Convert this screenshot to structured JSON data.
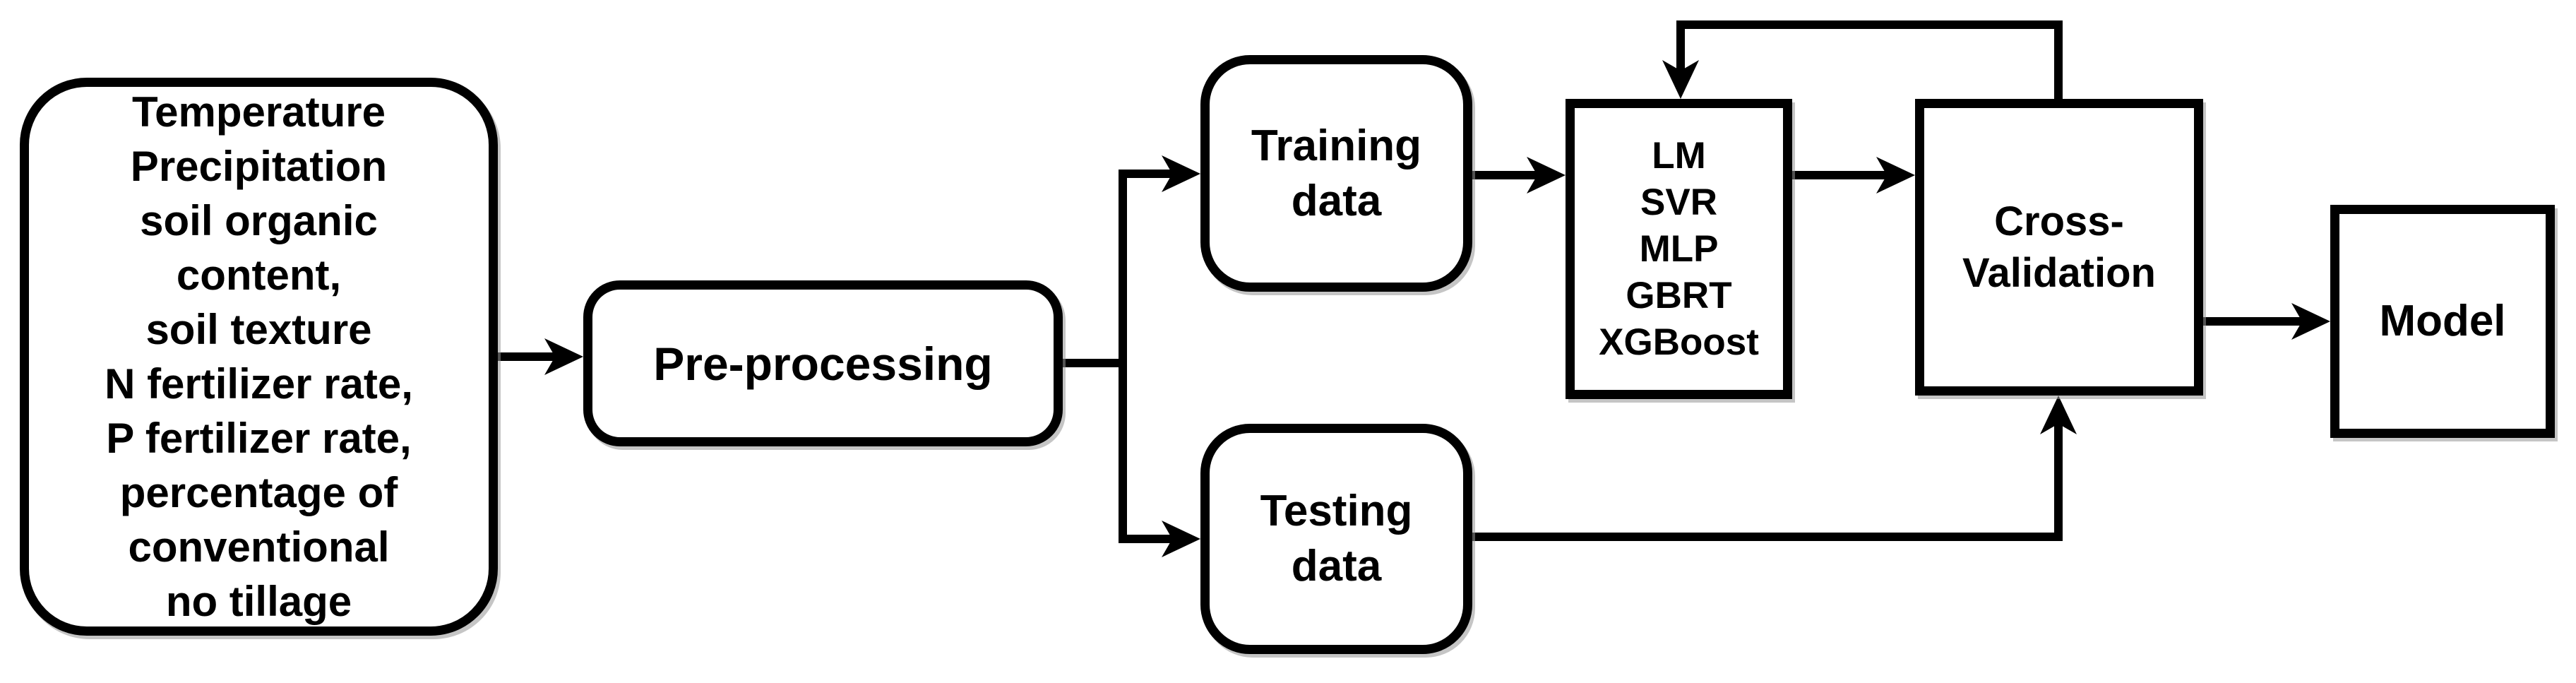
{
  "diagram": {
    "type": "flowchart",
    "colors": {
      "stroke": "#000000",
      "background": "#ffffff",
      "text": "#000000",
      "shadow": "#969696"
    },
    "nodes": {
      "input": {
        "lines": [
          "Temperature",
          "Precipitation",
          "soil organic",
          "content,",
          "soil texture",
          "N fertilizer rate,",
          "P fertilizer rate,",
          "percentage of",
          "conventional",
          "no tillage"
        ]
      },
      "preprocessing": {
        "label": "Pre-processing"
      },
      "training": {
        "lines": [
          "Training",
          "data"
        ]
      },
      "testing": {
        "lines": [
          "Testing",
          "data"
        ]
      },
      "models": {
        "lines": [
          "LM",
          "SVR",
          "MLP",
          "GBRT",
          "XGBoost"
        ]
      },
      "cross_validation": {
        "lines": [
          "Cross-",
          "Validation"
        ]
      },
      "model": {
        "label": "Model"
      }
    },
    "edges": [
      "input -> preprocessing",
      "preprocessing -> training",
      "preprocessing -> testing",
      "training -> models",
      "models -> cross_validation",
      "cross_validation -> models (feedback loop)",
      "testing -> cross_validation",
      "cross_validation -> model"
    ]
  }
}
